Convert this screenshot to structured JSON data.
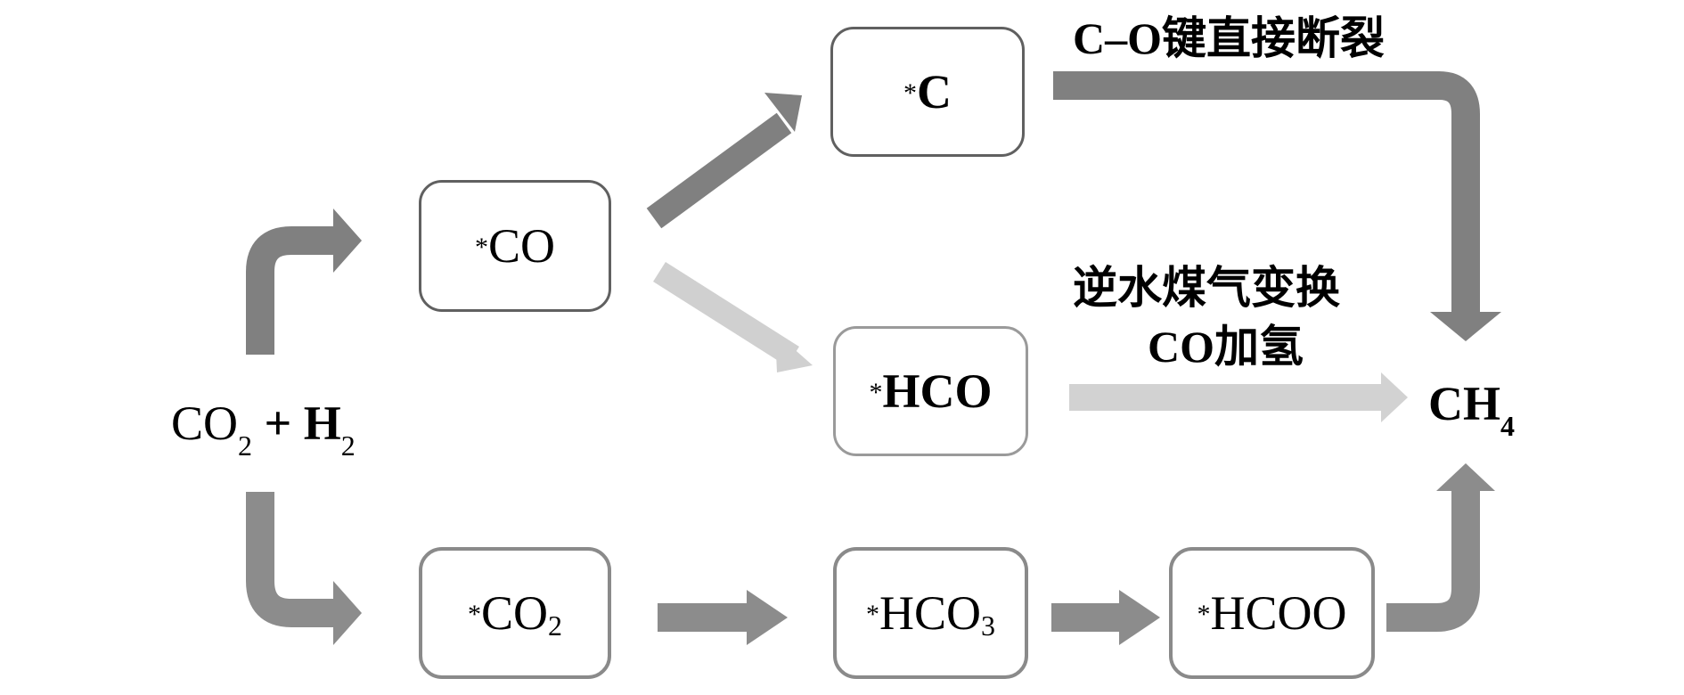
{
  "title": "CO2 methanation reaction pathways",
  "reactants": {
    "main": "CO",
    "sub1": "2",
    "plus": " + H",
    "sub2": "2"
  },
  "product": {
    "main": "CH",
    "sub": "4"
  },
  "intermediates": {
    "c": {
      "star": "*",
      "main": "C"
    },
    "co": {
      "star": "*",
      "main": "CO"
    },
    "hco": {
      "star": "*",
      "main": "HCO"
    },
    "co2": {
      "star": "*",
      "main": "CO",
      "sub": "2"
    },
    "hco3": {
      "star": "*",
      "main": "HCO",
      "sub": "3"
    },
    "hcoo": {
      "star": "*",
      "main": "HCOO"
    }
  },
  "pathway_labels": {
    "direct_cleavage": "C–O键直接断裂",
    "rwgs_line1": "逆水煤气变换",
    "rwgs_line2": "CO加氢"
  },
  "colors": {
    "dark_arrow": "#808080",
    "light_arrow": "#d0d0d0",
    "mid_arrow": "#8c8c8c"
  }
}
